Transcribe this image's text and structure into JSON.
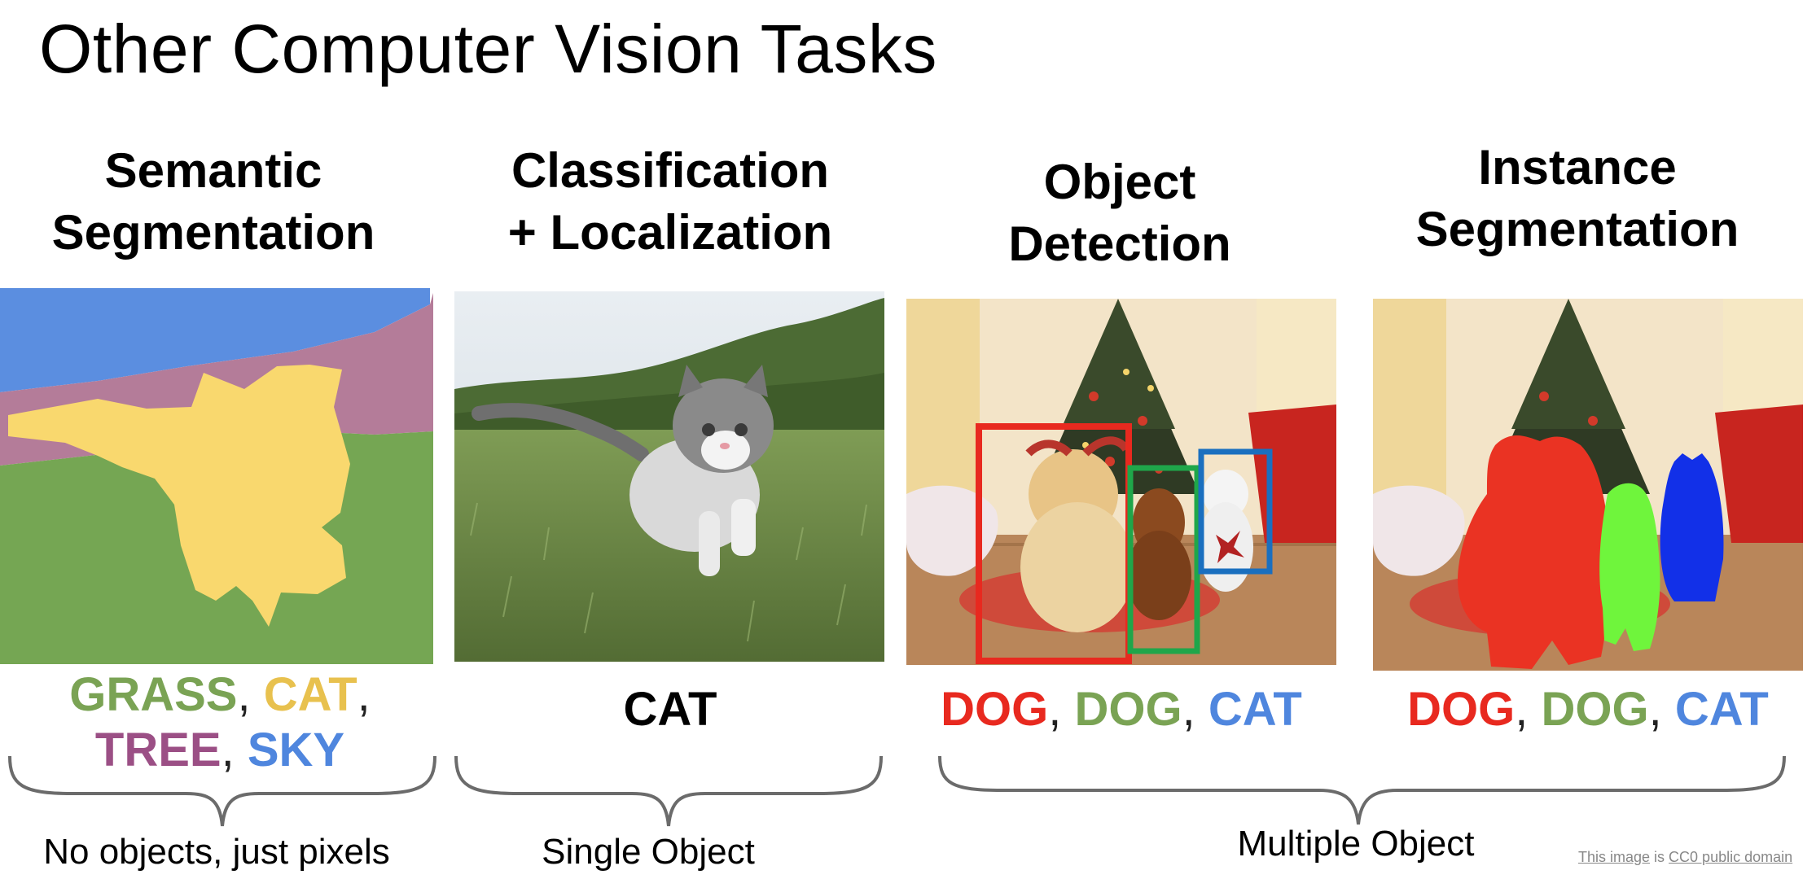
{
  "title": "Other Computer Vision Tasks",
  "columns": [
    {
      "heading_line1": "Semantic",
      "heading_line2": "Segmentation"
    },
    {
      "heading_line1": "Classification",
      "heading_line2": "+ Localization"
    },
    {
      "heading_line1": "Object",
      "heading_line2": "Detection"
    },
    {
      "heading_line1": "Instance",
      "heading_line2": "Segmentation"
    }
  ],
  "semantic_labels": {
    "grass": "GRASS",
    "cat": "CAT",
    "tree": "TREE",
    "sky": "SKY",
    "comma": ","
  },
  "classification_label": "CAT",
  "detection_labels": {
    "dog1": "DOG",
    "dog2": "DOG",
    "cat": "CAT",
    "comma": ","
  },
  "instance_labels": {
    "dog1": "DOG",
    "dog2": "DOG",
    "cat": "CAT",
    "comma": ","
  },
  "captions": {
    "no_objects": "No objects, just pixels",
    "single": "Single Object",
    "multiple": "Multiple Object"
  },
  "credit": {
    "link1": "This image",
    "middle": " is ",
    "link2": "CC0 public domain"
  },
  "colors": {
    "grass": "#7aa354",
    "cat": "#e8c14e",
    "tree": "#9b4f85",
    "sky": "#4f86de",
    "red": "#e8291f",
    "green": "#3aaa4e",
    "blue": "#1a6fbf",
    "instance_green": "#6ff53c",
    "instance_blue": "#1230e8"
  }
}
